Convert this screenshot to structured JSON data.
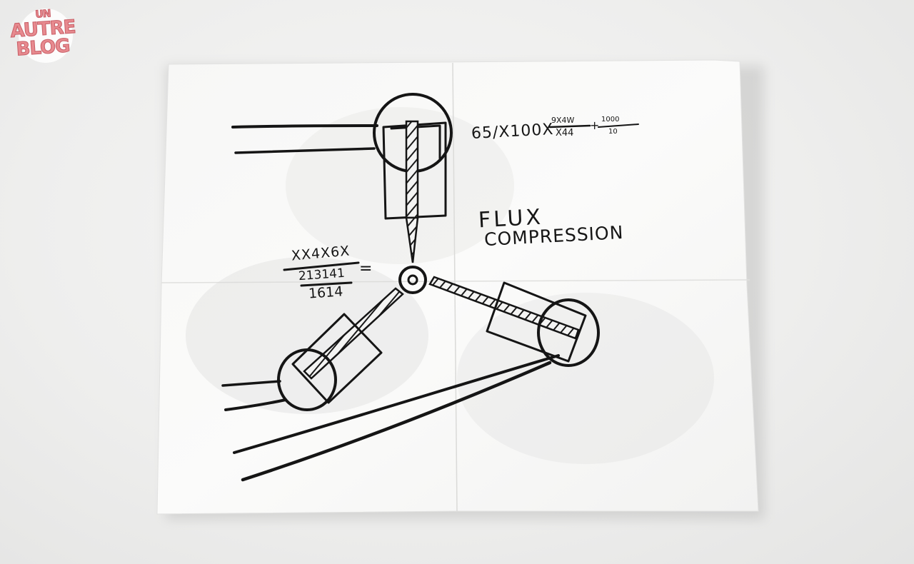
{
  "logo": {
    "line1": "UN",
    "line2": "AUTRE",
    "line3": "BLOG",
    "color": "#e78a8f"
  },
  "sketch": {
    "title_line1": "FLUX",
    "title_line2": "COMPRESSION",
    "equation_top": {
      "prefix": "65/X100X",
      "fraction_a_numerator": "9X4W",
      "fraction_a_denominator": "X44",
      "operator": "+",
      "fraction_b_numerator": "1000",
      "fraction_b_denominator": "10"
    },
    "equation_left": {
      "numerator": "XX4X6X",
      "middle": "213141",
      "equals": "=",
      "denominator": "1614"
    }
  },
  "colors": {
    "ink": "#151515",
    "paper": "#fbfbfa",
    "background": "#eeeeed"
  }
}
